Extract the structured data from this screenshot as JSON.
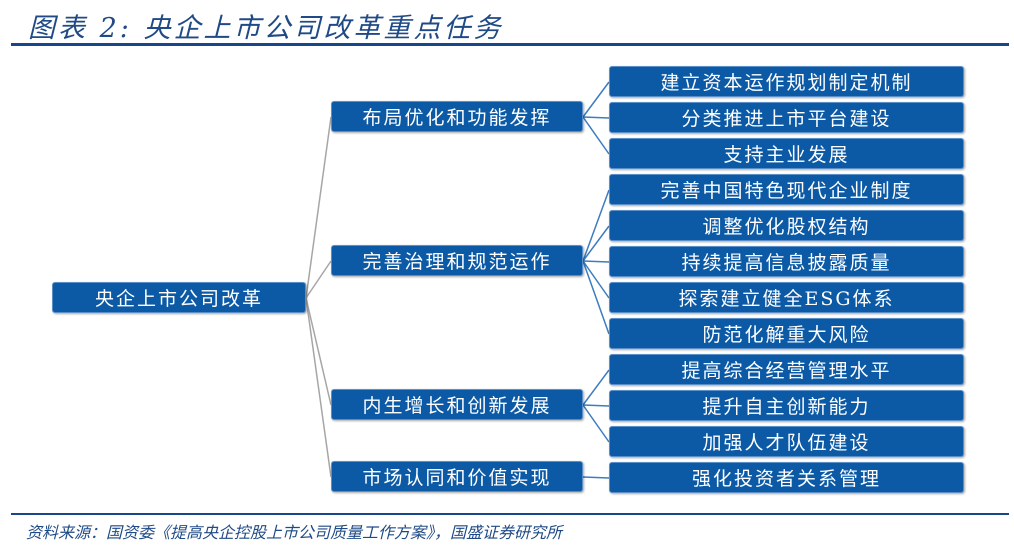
{
  "title": "图表 2:  央企上市公司改革重点任务",
  "source": "资料来源：国资委《提高央企控股上市公司质量工作方案》，国盛证券研究所",
  "colors": {
    "box": "#0c5aa6",
    "rule": "#17468a",
    "connector_gray": "#a6a6a6",
    "connector_blue": "#3c7cc0"
  },
  "root": "央企上市公司改革",
  "branches": [
    {
      "label": "布局优化和功能发挥",
      "children": [
        "建立资本运作规划制定机制",
        "分类推进上市平台建设",
        "支持主业发展"
      ]
    },
    {
      "label": "完善治理和规范运作",
      "children": [
        "完善中国特色现代企业制度",
        "调整优化股权结构",
        "持续提高信息披露质量",
        "探索建立健全ESG体系",
        "防范化解重大风险"
      ]
    },
    {
      "label": "内生增长和创新发展",
      "children": [
        "提高综合经营管理水平",
        "提升自主创新能力",
        "加强人才队伍建设"
      ]
    },
    {
      "label": "市场认同和价值实现",
      "children": [
        "强化投资者关系管理"
      ]
    }
  ]
}
